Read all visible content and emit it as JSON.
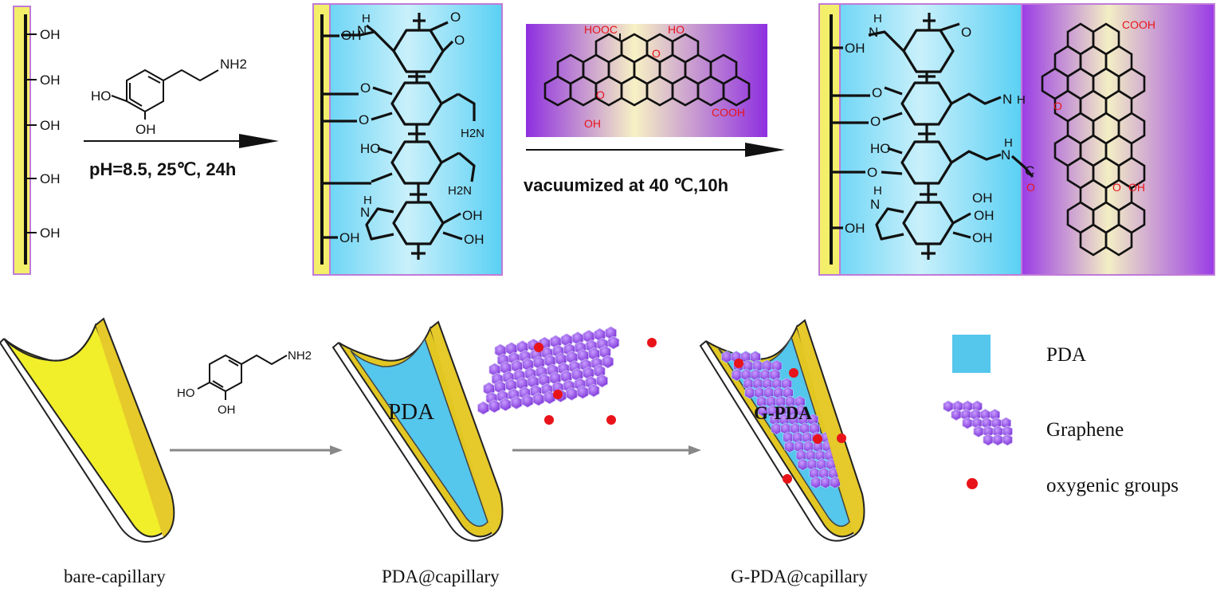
{
  "top_row": {
    "panel1": {
      "groups": [
        "OH",
        "OH",
        "OH",
        "OH",
        "OH"
      ]
    },
    "step1": {
      "reagent_group": "NH2",
      "ring_substituents": [
        "HO",
        "OH"
      ],
      "conditions": "pH=8.5, 25℃, 24h"
    },
    "panel2": {
      "labels": [
        "H",
        "N",
        "O",
        "O",
        "O",
        "O",
        "HO",
        "H2N",
        "H2N",
        "H",
        "N",
        "OH",
        "OH",
        "OH",
        "OH"
      ]
    },
    "step2": {
      "graphene_groups": [
        "HOOC",
        "HO",
        "O",
        "O",
        "OH",
        "COOH"
      ],
      "conditions": "vacuumized at 40 ℃,10h"
    },
    "panel3": {
      "labels": [
        "OH",
        "H",
        "N",
        "O",
        "O",
        "O",
        "HO",
        "O",
        "N",
        "H",
        "N",
        "H",
        "C",
        "O",
        "H",
        "N",
        "OH",
        "OH",
        "OH",
        "OH"
      ],
      "graphene_groups": [
        "COOH",
        "O",
        "O",
        "OH"
      ]
    }
  },
  "bottom_row": {
    "capillary1": {
      "caption": "bare-capillary"
    },
    "step1": {
      "reagent_group": "NH2",
      "ring_substituents": [
        "HO",
        "OH"
      ]
    },
    "capillary2": {
      "inner_label": "PDA",
      "caption": "PDA@capillary"
    },
    "capillary3": {
      "inner_label": "G-PDA",
      "caption": "G-PDA@capillary"
    },
    "legend": [
      {
        "label": "PDA",
        "swatch": "pda-square"
      },
      {
        "label": "Graphene",
        "swatch": "graphene-sheet"
      },
      {
        "label": "oxygenic groups",
        "swatch": "red-dot"
      }
    ]
  },
  "colors": {
    "capillary_yellow": "#f1ee2a",
    "capillary_rim": "#b89d17",
    "pda_blue": "#55c6ec",
    "graphene_purple": "#8a3ae0",
    "oxygen_red": "#e8141a",
    "gradient_yellow": "#f6f2b8",
    "gradient_purple": "#9a3ce6"
  }
}
